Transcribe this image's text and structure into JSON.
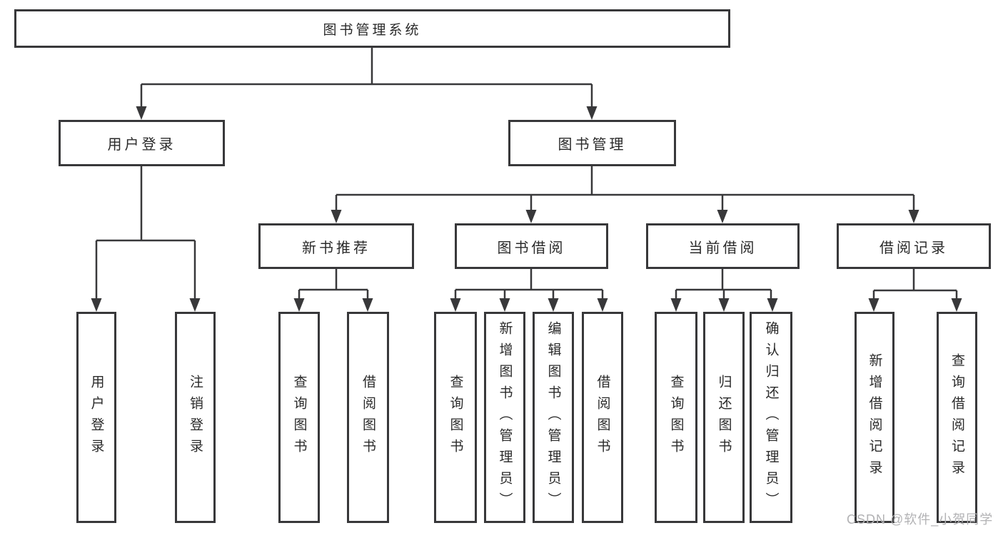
{
  "page": {
    "background": "#ffffff"
  },
  "colors": {
    "line": "#38383a",
    "box_border": "#38383a",
    "text": "#2a2a2a",
    "watermark": "#b2b2b4"
  },
  "watermark": {
    "text": "CSDN @软件_小贺同学"
  },
  "diagram": {
    "type": "hierarchy-tree",
    "root": {
      "label": "图书管理系统"
    },
    "branches": [
      {
        "label": "用户登录",
        "children": [
          {
            "label": "用户登录"
          },
          {
            "label": "注销登录"
          }
        ]
      },
      {
        "label": "图书管理",
        "children": [
          {
            "label": "新书推荐",
            "children": [
              {
                "label": "查询图书"
              },
              {
                "label": "借阅图书"
              }
            ]
          },
          {
            "label": "图书借阅",
            "children": [
              {
                "label": "查询图书"
              },
              {
                "label": "新增图书（管理员）"
              },
              {
                "label": "编辑图书（管理员）"
              },
              {
                "label": "借阅图书"
              }
            ]
          },
          {
            "label": "当前借阅",
            "children": [
              {
                "label": "查询图书"
              },
              {
                "label": "归还图书"
              },
              {
                "label": "确认归还（管理员）"
              }
            ]
          },
          {
            "label": "借阅记录",
            "children": [
              {
                "label": "新增借阅记录"
              },
              {
                "label": "查询借阅记录"
              }
            ]
          }
        ]
      }
    ]
  }
}
